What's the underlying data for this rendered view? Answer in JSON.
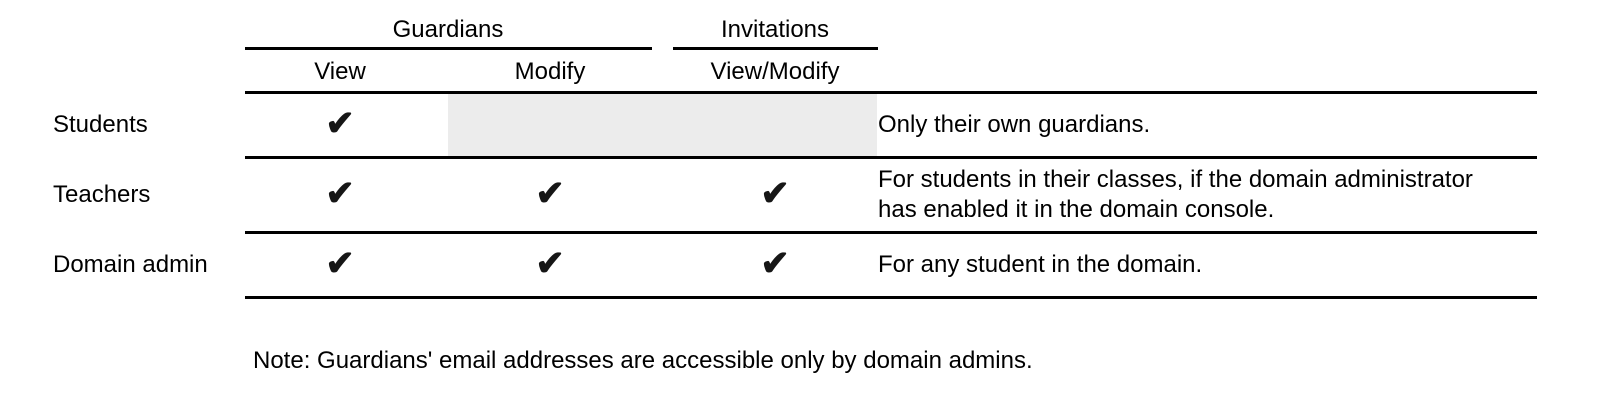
{
  "table": {
    "column_groups": [
      {
        "label": "Guardians",
        "columns": [
          "View",
          "Modify"
        ]
      },
      {
        "label": "Invitations",
        "columns": [
          "View/Modify"
        ]
      }
    ],
    "check_glyph": "✔",
    "rows": [
      {
        "label": "Students",
        "permissions": {
          "guardians_view": true,
          "guardians_modify": false,
          "invitations_view_modify": false
        },
        "note": "Only their own guardians."
      },
      {
        "label": "Teachers",
        "permissions": {
          "guardians_view": true,
          "guardians_modify": true,
          "invitations_view_modify": true
        },
        "note": "For students in their classes, if the domain administrator has enabled it in the domain console."
      },
      {
        "label": "Domain admin",
        "permissions": {
          "guardians_view": true,
          "guardians_modify": true,
          "invitations_view_modify": true
        },
        "note": "For any student in the domain."
      }
    ]
  },
  "footnote": "Note: Guardians' email addresses are accessible only by domain admins.",
  "colors": {
    "text": "#000000",
    "line": "#000000",
    "check": "#161616",
    "disabled_cell": "#ececec",
    "background": "#ffffff"
  }
}
